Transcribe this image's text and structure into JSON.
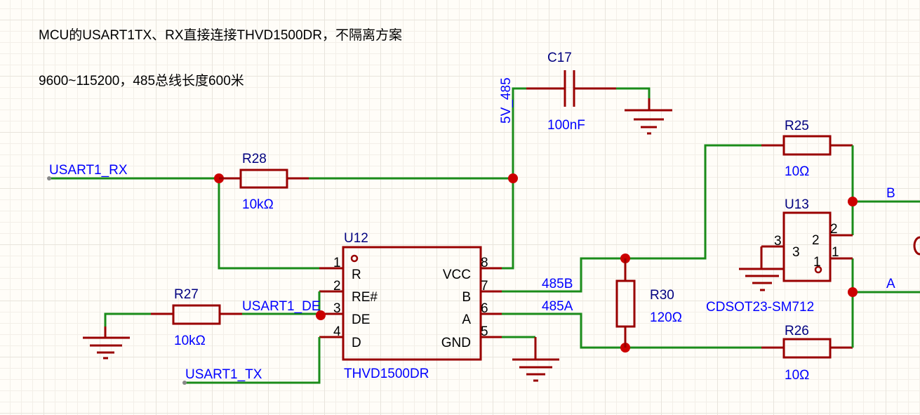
{
  "notes": [
    "MCU的USART1TX、RX直接连接THVD1500DR，不隔离方案",
    "9600~115200，485总线长度600米"
  ],
  "colors": {
    "wire": "#1a8c1a",
    "component": "#990000",
    "junction": "#cc0000",
    "label": "#0000ff",
    "designator": "#000080"
  },
  "nets": {
    "rx": "USART1_RX",
    "tx": "USART1_TX",
    "de": "USART1_DE",
    "power": "5V_485",
    "b485": "485B",
    "a485": "485A",
    "b": "B",
    "a": "A"
  },
  "components": {
    "c17": {
      "designator": "C17",
      "value": "100nF"
    },
    "r28": {
      "designator": "R28",
      "value": "10kΩ"
    },
    "r27": {
      "designator": "R27",
      "value": "10kΩ"
    },
    "r25": {
      "designator": "R25",
      "value": "10Ω"
    },
    "r26": {
      "designator": "R26",
      "value": "10Ω"
    },
    "r30": {
      "designator": "R30",
      "value": "120Ω"
    },
    "u12": {
      "designator": "U12",
      "value": "THVD1500DR",
      "left_pins": [
        {
          "num": "1",
          "name": "R"
        },
        {
          "num": "2",
          "name": "RE#"
        },
        {
          "num": "3",
          "name": "DE"
        },
        {
          "num": "4",
          "name": "D"
        }
      ],
      "right_pins": [
        {
          "num": "8",
          "name": "VCC"
        },
        {
          "num": "7",
          "name": "B"
        },
        {
          "num": "6",
          "name": "A"
        },
        {
          "num": "5",
          "name": "GND"
        }
      ]
    },
    "u13": {
      "designator": "U13",
      "value": "CDSOT23-SM712",
      "pins": [
        "1",
        "2",
        "3"
      ]
    }
  }
}
